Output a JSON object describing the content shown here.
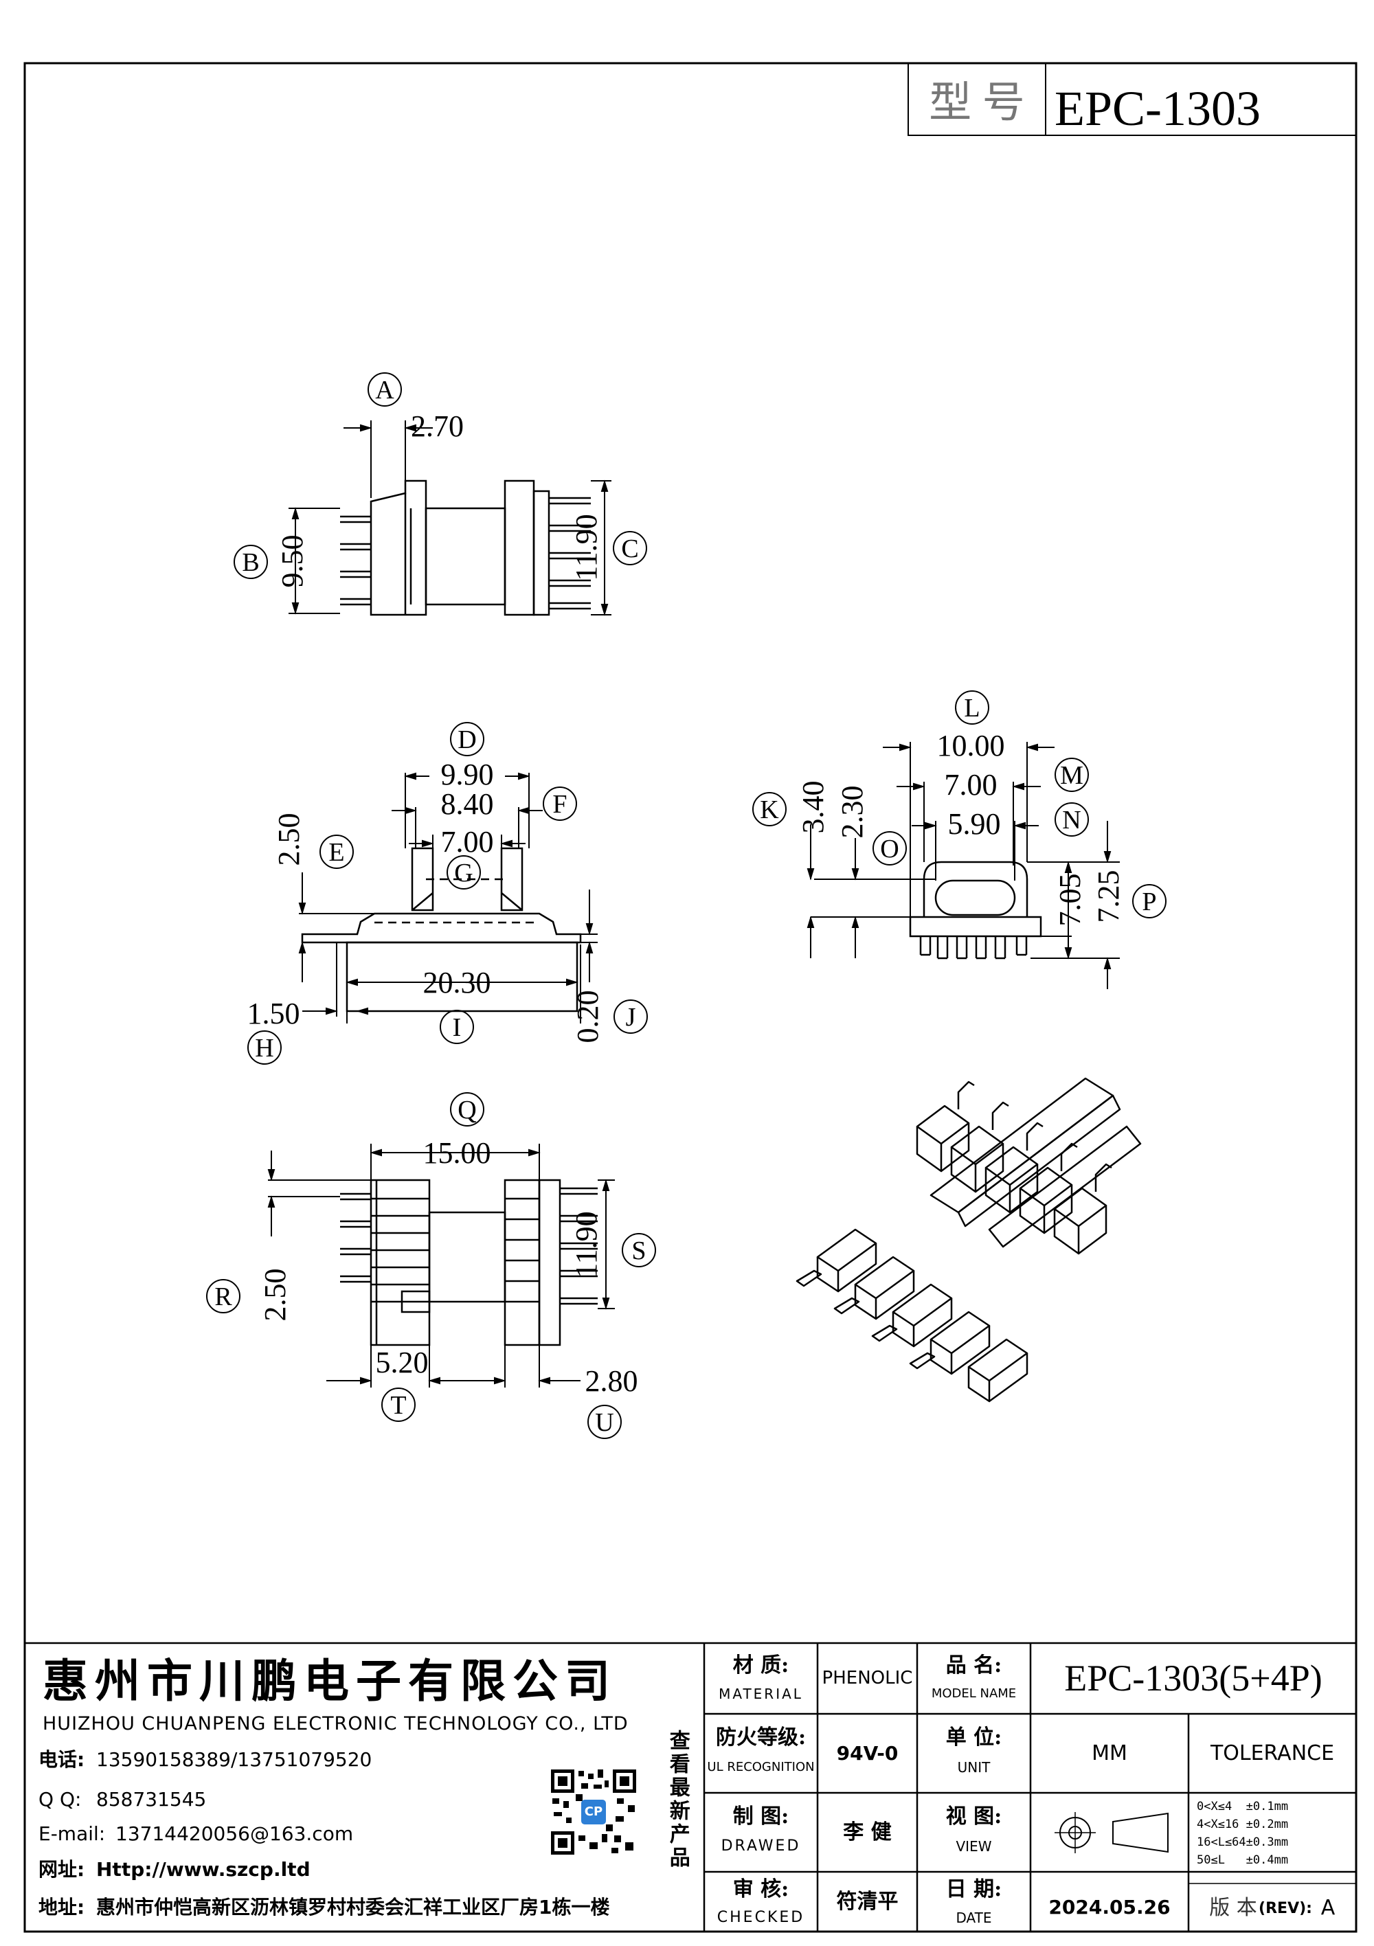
{
  "header": {
    "model_label": "型 号",
    "model_value": "EPC-1303"
  },
  "views": {
    "top": {
      "A": "A",
      "a_val": "2.70",
      "B": "B",
      "b_val": "9.50",
      "C": "C",
      "c_val": "11.90"
    },
    "front": {
      "D": "D",
      "d_val": "9.90",
      "f_val": "8.40",
      "F": "F",
      "e_val": "2.50",
      "E": "E",
      "g_val": "7.00",
      "G": "G",
      "i_val": "20.30",
      "h_val": "1.50",
      "H": "H",
      "I": "I",
      "j_val": "0.20",
      "J": "J"
    },
    "side": {
      "L": "L",
      "l_val": "10.00",
      "m_val": "7.00",
      "M": "M",
      "n_val": "5.90",
      "N": "N",
      "K": "K",
      "k_val": "3.40",
      "o_val": "2.30",
      "O": "O",
      "v705": "7.05",
      "p_val": "7.25",
      "P": "P"
    },
    "bottom": {
      "Q": "Q",
      "q_val": "15.00",
      "R": "R",
      "r_val": "2.50",
      "s_val": "11.90",
      "S": "S",
      "t_val": "5.20",
      "T": "T",
      "u_val": "2.80",
      "U": "U"
    }
  },
  "company": {
    "name_cn": "惠州市川鹏电子有限公司",
    "name_en": "HUIZHOU CHUANPENG ELECTRONIC TECHNOLOGY CO., LTD",
    "phone_label": "电话:",
    "phone": "13590158389/13751079520",
    "qq_label": "Q Q:",
    "qq": "858731545",
    "email_label": "E-mail:",
    "email": "13714420056@163.com",
    "web_label": "网址:",
    "web": "Http://www.szcp.ltd",
    "addr_label": "地址:",
    "addr": "惠州市仲恺高新区沥林镇罗村村委会汇祥工业区厂房1栋一楼",
    "qr_caption": "查看最新产品",
    "qr_badge": "CP"
  },
  "titleblock": {
    "material_cn": "材 质:",
    "material_en": "MATERIAL",
    "material_val": "PHENOLIC",
    "model_cn": "品 名:",
    "model_en": "MODEL NAME",
    "model_val": "EPC-1303(5+4P)",
    "ul_cn": "防火等级:",
    "ul_en": "UL RECOGNITION",
    "ul_val": "94V-0",
    "unit_cn": "单 位:",
    "unit_en": "UNIT",
    "unit_val": "MM",
    "tolerance_label": "TOLERANCE",
    "drawn_cn": "制 图:",
    "drawn_en": "DRAWED",
    "drawn_val": "李 健",
    "view_cn": "视 图:",
    "view_en": "VIEW",
    "tol_lines": [
      "0<X≤4  ±0.1mm",
      "4<X≤16 ±0.2mm",
      "16<L≤64±0.3mm",
      "50≤L   ±0.4mm"
    ],
    "checked_cn": "审 核:",
    "checked_en": "CHECKED",
    "checked_val": "符清平",
    "date_cn": "日 期:",
    "date_en": "DATE",
    "date_val": "2024.05.26",
    "rev_label": "版 本",
    "rev_en": "(REV):",
    "rev_val": "A"
  },
  "colors": {
    "line": "#000000",
    "qr_badge": "#2d7fd6"
  }
}
